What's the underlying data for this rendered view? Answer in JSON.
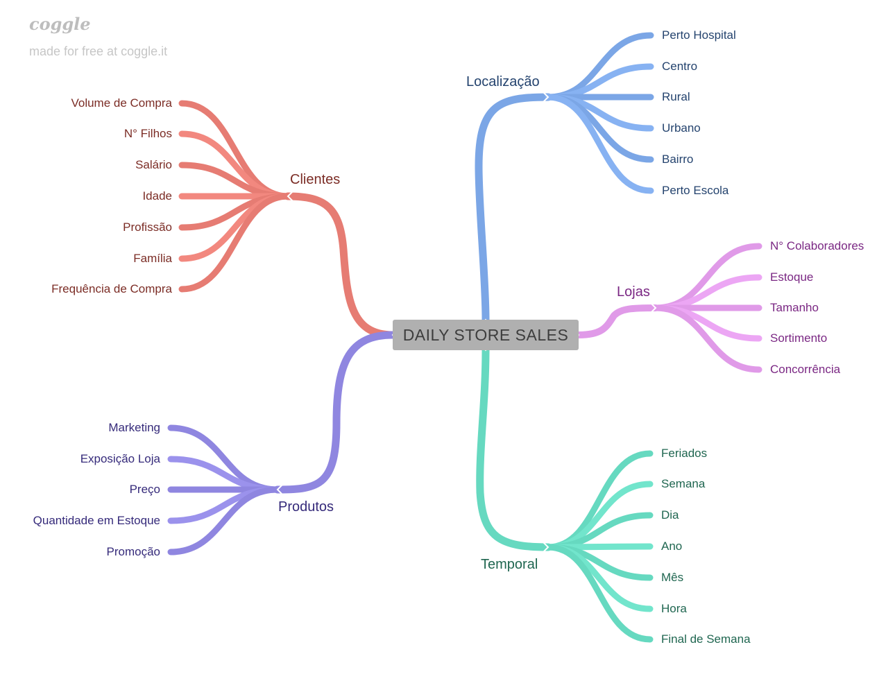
{
  "branding": {
    "logo": "coggle",
    "credit": "made for free at coggle.it"
  },
  "root": {
    "label": "DAILY STORE SALES",
    "color": "#b0b0b0"
  },
  "branches": {
    "clientes": {
      "label": "Clientes",
      "color": "#e67c73",
      "text_color": "#7b2c25",
      "items": [
        "Volume de Compra",
        "N° Filhos",
        "Salário",
        "Idade",
        "Profissão",
        "Família",
        "Frequência de Compra"
      ]
    },
    "produtos": {
      "label": "Produtos",
      "color": "#8f86e0",
      "text_color": "#352a7a",
      "items": [
        "Marketing",
        "Exposição Loja",
        "Preço",
        "Quantidade em Estoque",
        "Promoção"
      ]
    },
    "localizacao": {
      "label": "Localização",
      "color": "#7ba6e6",
      "text_color": "#24436e",
      "items": [
        "Perto Hospital",
        "Centro",
        "Rural",
        "Urbano",
        "Bairro",
        "Perto Escola"
      ]
    },
    "lojas": {
      "label": "Lojas",
      "color": "#e09ae8",
      "text_color": "#7a2783",
      "items": [
        "N° Colaboradores",
        "Estoque",
        "Tamanho",
        "Sortimento",
        "Concorrência"
      ]
    },
    "temporal": {
      "label": "Temporal",
      "color": "#66d9c0",
      "text_color": "#1f6650",
      "items": [
        "Feriados",
        "Semana",
        "Dia",
        "Ano",
        "Mês",
        "Hora",
        "Final de Semana"
      ]
    }
  }
}
